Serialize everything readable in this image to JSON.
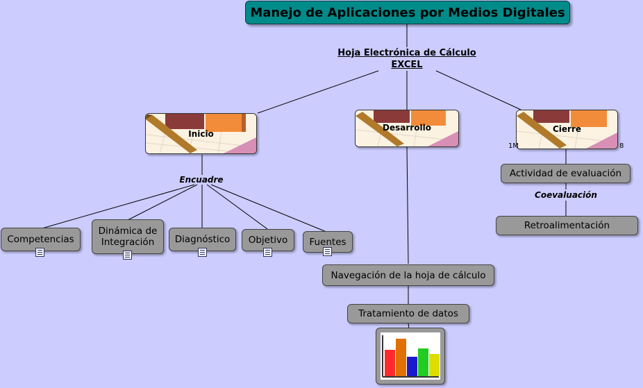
{
  "title": "Manejo de Aplicaciones por Medios Digitales",
  "subtitle_line1": "Hoja Electrónica de Cálculo",
  "subtitle_line2": "EXCEL",
  "branches": {
    "inicio": "Inicio",
    "desarrollo": "Desarrollo",
    "cierre": "Cierre"
  },
  "encuadre_label": "Encuadre",
  "encuadre_items": [
    "Competencias",
    "Dinámica de Integración",
    "Diagnóstico",
    "Objetivo",
    "Fuentes"
  ],
  "desarrollo_items": {
    "navegacion": "Navegación de la hoja de cálculo",
    "tratamiento": "Tratamiento de datos"
  },
  "cierre_items": {
    "actividad": "Actividad de evaluación",
    "coevaluacion_label": "Coevaluación",
    "retro": "Retroalimentación"
  },
  "cierre_partial_left": "1M",
  "cierre_partial_right": "8",
  "chart_icon_colors": [
    "#ff2a2a",
    "#e07000",
    "#1a1acc",
    "#22cc22",
    "#dddd00"
  ]
}
